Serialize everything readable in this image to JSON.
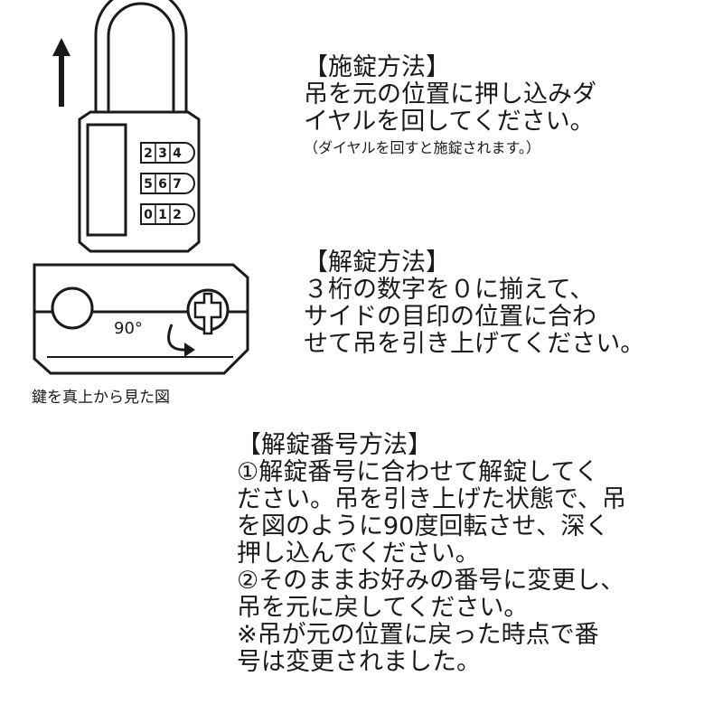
{
  "padlock": {
    "dial_rows": [
      [
        "2",
        "3",
        "4"
      ],
      [
        "5",
        "6",
        "7"
      ],
      [
        "0",
        "1",
        "2"
      ]
    ]
  },
  "top_view": {
    "angle_label": "90°",
    "caption": "鍵を真上から見た図"
  },
  "lock_section": {
    "heading": "【施錠方法】",
    "lines": [
      "吊を元の位置に押し込みダ",
      "イヤルを回してください。"
    ],
    "note": "（ダイヤルを回すと施錠されます。）"
  },
  "unlock_section": {
    "heading": "【解錠方法】",
    "lines": [
      "３桁の数字を０に揃えて、",
      "サイドの目印の位置に合わ",
      "せて吊を引き上げてください。"
    ]
  },
  "code_section": {
    "heading": "【解錠番号方法】",
    "lines": [
      "①解錠番号に合わせて解錠してく",
      "ださい。吊を引き上げた状態で、吊",
      "を図のように90度回転させ、深く",
      "押し込んでください。",
      "②そのままお好みの番号に変更し、",
      "吊を元に戻してください。",
      "※吊が元の位置に戻った時点で番",
      "号は変更されました。"
    ]
  }
}
